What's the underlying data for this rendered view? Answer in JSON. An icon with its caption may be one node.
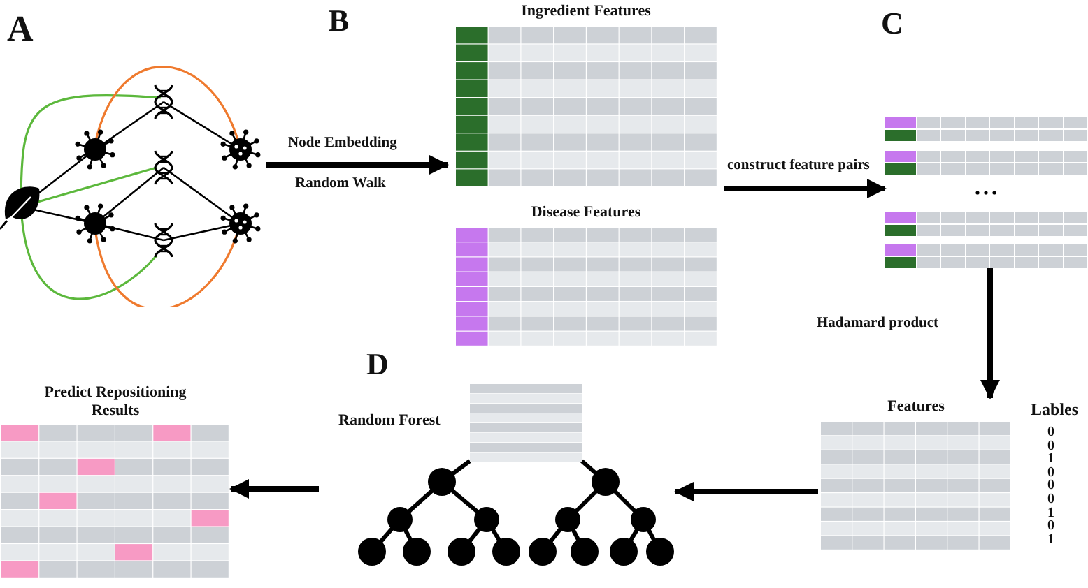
{
  "diagram": {
    "nodes": [
      {
        "text": [],
        "shape": "picture"
      },
      {
        "text": [
          "Ingredient Features"
        ]
      },
      {
        "text": [
          "Disease Features"
        ]
      },
      {
        "text": [],
        "shape": "box"
      },
      {
        "text": [
          "Features"
        ]
      },
      {
        "text": [],
        "shape": "picture"
      },
      {
        "text": [
          "Predict Repositioning Results"
        ]
      }
    ],
    "edges": [
      {
        "from": 0,
        "to": 1,
        "arrow": "to",
        "label": "Node Embedding"
      },
      {
        "from": 1,
        "to": 3,
        "arrow": "to",
        "label": "construct feature pairs"
      },
      {
        "from": 3,
        "to": 4,
        "arrow": "to",
        "label": "Hadamard product"
      },
      {
        "from": 4,
        "to": 5,
        "arrow": "to"
      },
      {
        "from": 5,
        "to": 6,
        "arrow": "to"
      }
    ],
    "labels": [
      "A",
      "B",
      "C",
      "Random Walk",
      "D",
      "Random Forest",
      "Lables",
      "0",
      "0",
      "1",
      "0",
      "0",
      "0",
      "1",
      "0",
      "1"
    ]
  }
}
